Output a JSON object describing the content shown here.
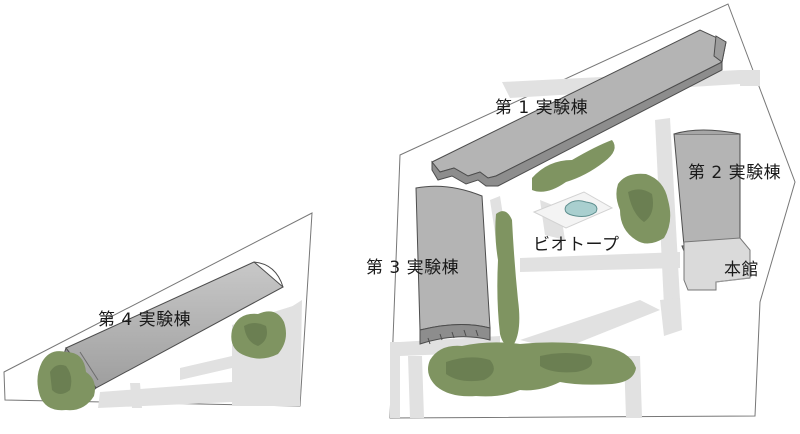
{
  "map": {
    "labels": {
      "building_1": "第 1 実験棟",
      "building_2": "第 2 実験棟",
      "building_3": "第 3 実験棟",
      "building_4": "第 4 実験棟",
      "main_building": "本館",
      "biotope": "ビオトープ"
    },
    "colors": {
      "site_fill": "#ffffff",
      "site_outline": "#777777",
      "road": "#e1e1e1",
      "building_roof": "#b4b4b4",
      "building_side": "#8d8d8d",
      "building_outline": "#4d4d4d",
      "main_building": "#dadada",
      "tree": "#7f9461",
      "tree_dark": "#6b7f52",
      "pond": "#a9cfcf"
    }
  }
}
